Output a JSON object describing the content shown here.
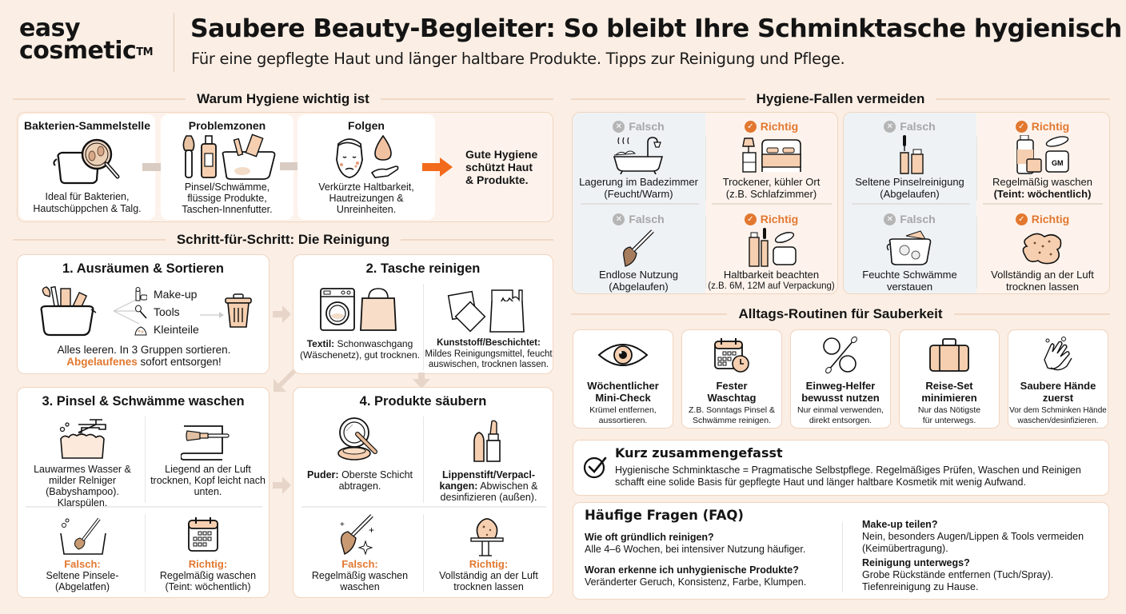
{
  "header": {
    "logo_line1": "easy",
    "logo_line2": "cosmetic",
    "logo_tm": "TM",
    "title": "Saubere Beauty-Begleiter: So bleibt Ihre Schminktasche hygienisch",
    "subtitle": "Für eine gepflegte Haut und länger haltbare Produkte. Tipps zur Reinigung und Pflege."
  },
  "colors": {
    "background": "#fbeee4",
    "accent_orange": "#e2782f",
    "arrow_orange": "#f26a1b",
    "peach_fill": "#f6cfb0",
    "card_border": "#f0d5c0",
    "wrong_gray": "#a6a6a6",
    "wrong_bg": "#eef2f5"
  },
  "why": {
    "heading": "Warum Hygiene wichtig ist",
    "cards": [
      {
        "title": "Bakterien-Sammelstelle",
        "icon": "magnifier-bag-bacteria-icon",
        "text1": "Ideal für Bakterien,",
        "text2": "Hautschüppchen & Talg.",
        "text3": ""
      },
      {
        "title": "Problemzonen",
        "icon": "brush-bottle-pouch-icon",
        "text1": "Pinsel/Schwämme,",
        "text2": "flüssige Produkte,",
        "text3": "Taschen-Innenfutter."
      },
      {
        "title": "Folgen",
        "icon": "irritated-face-drop-icon",
        "text1": "Verkürzte Haltbarkeit,",
        "text2": "Hautreizungen &",
        "text3": "Unreinheiten."
      }
    ],
    "conclusion_1": "Gute Hygiene",
    "conclusion_2": "schützt Haut",
    "conclusion_3": "& Produkte."
  },
  "steps": {
    "heading": "Schritt-für-Schritt: Die Reinigung",
    "step1": {
      "title": "1. Ausräumen & Sortieren",
      "groups": [
        "Make-up",
        "Tools",
        "Kleinteile"
      ],
      "text1": "Alles leeren. In 3 Gruppen sortieren.",
      "highlight": "Abgelaufenes",
      "text2": " sofort entsorgen!"
    },
    "step2": {
      "title": "2. Tasche reinigen",
      "left_bold": "Textil:",
      "left_text": " Schonwaschgang (Wäschenetz), gut trocknen.",
      "right_bold": "Kunststoff/Beschichtet:",
      "right_text": "Mildes Reinigungsmittel, feucht auswischen, trocknen lassen."
    },
    "step3": {
      "title": "3. Pinsel & Schwämme waschen",
      "top_left": "Lauwarmes Wasser & milder Relniger (Babyshampoo). Klarspülen.",
      "top_right": "Liegend an der Luft trocknen, Kopf leicht nach unten.",
      "wrong_label": "Falsch:",
      "wrong_text": "Seltene Pinsele- (Abgelatfen)",
      "right_label": "Richtig:",
      "right_text": "Regelmäßig waschen (Teint: wöchentlich)"
    },
    "step4": {
      "title": "4. Produkte säubern",
      "top_left_bold": "Puder:",
      "top_left_text": " Oberste Schicht abtragen.",
      "top_right_bold": "Lippenstift/Verpacl-kangen:",
      "top_right_text": " Abwischen & desinfizieren (außen).",
      "wrong_label": "Falsch:",
      "wrong_text": "Regelmäßig waschen waschen",
      "right_label": "Richtig:",
      "right_text": "Vollständig an der Luft trocknen lassen"
    }
  },
  "fallen": {
    "heading": "Hygiene-Fallen vermeiden",
    "wrong_label": "Falsch",
    "right_label": "Richtig",
    "items": [
      {
        "status": "wrong",
        "icon": "bathtub-icon",
        "line1": "Lagerung im Badezimmer",
        "line2": "(Feucht/Warm)"
      },
      {
        "status": "right",
        "icon": "bedroom-icon",
        "line1": "Trockener, kühler Ort",
        "line2": "(z.B. Schlafzimmer)"
      },
      {
        "status": "wrong",
        "icon": "mascara-icon",
        "line1": "Seltene Pinselreinigung",
        "line2": "(Abgelaufen)"
      },
      {
        "status": "right",
        "icon": "cosmetic-jars-icon",
        "line1": "Regelmäßig waschen",
        "line2": "(Teint: wöchentlich)"
      },
      {
        "status": "wrong",
        "icon": "brush-icon",
        "line1": "Endlose Nutzung",
        "line2": "(Abgelaufen)"
      },
      {
        "status": "right",
        "icon": "expiry-products-icon",
        "line1": "Haltbarkeit beachten",
        "line2": "(z.B. 6M, 12M auf Verpackung)"
      },
      {
        "status": "wrong",
        "icon": "wet-pouch-icon",
        "line1": "Feuchte Schwämme",
        "line2": "verstauen"
      },
      {
        "status": "right",
        "icon": "sponge-icon",
        "line1": "Vollständig an der Luft",
        "line2": "trocknen lassen"
      }
    ],
    "jar_label": "GM"
  },
  "routines": {
    "heading": "Alltags-Routinen für Sauberkeit",
    "items": [
      {
        "icon": "eye-icon",
        "title1": "Wöchentlicher",
        "title2": "Mini-Check",
        "desc1": "Krümel entfernen,",
        "desc2": "aussortieren."
      },
      {
        "icon": "calendar-clock-icon",
        "title1": "Fester",
        "title2": "Waschtag",
        "desc1": "Z.B. Sonntags Pinsel &",
        "desc2": "Schwämme reinigen."
      },
      {
        "icon": "cotton-pad-swab-icon",
        "title1": "Einweg-Helfer",
        "title2": "bewusst nutzen",
        "desc1": "Nur einmal verwenden,",
        "desc2": "direkt entsorgen."
      },
      {
        "icon": "suitcase-icon",
        "title1": "Reise-Set",
        "title2": "minimieren",
        "desc1": "Nur das Nötigste",
        "desc2": "für unterwegs."
      },
      {
        "icon": "washing-hands-icon",
        "title1": "Saubere Hände",
        "title2": "zuerst",
        "desc1": "Vor dem Schminken Hände",
        "desc2": "waschen/desinfizieren."
      }
    ]
  },
  "summary": {
    "title": "Kurz zusammengefasst",
    "text": "Hygienische Schminktasche = Pragmatische Selbstpflege. Regelmäßiges Prüfen, Waschen und Reinigen schafft eine solide Basis für gepflegte Haut und länger haltbare Kosmetik mit wenig Aufwand."
  },
  "faq": {
    "title": "Häufige Fragen (FAQ)",
    "items": [
      {
        "q": "Wie oft gründlich reinigen?",
        "a": "Alle 4–6 Wochen, bei intensiver Nutzung häufiger."
      },
      {
        "q": "Woran erkenne ich unhygienische Produkte?",
        "a": "Veränderter Geruch, Konsistenz, Farbe, Klumpen."
      },
      {
        "q": "Make-up teilen?",
        "a": "Nein, besonders Augen/Lippen & Tools vermeiden (Keimübertragung)."
      },
      {
        "q": "Reinigung unterwegs?",
        "a": "Grobe Rückstände entfernen (Tuch/Spray). Tiefenreinigung zu Hause."
      }
    ]
  }
}
